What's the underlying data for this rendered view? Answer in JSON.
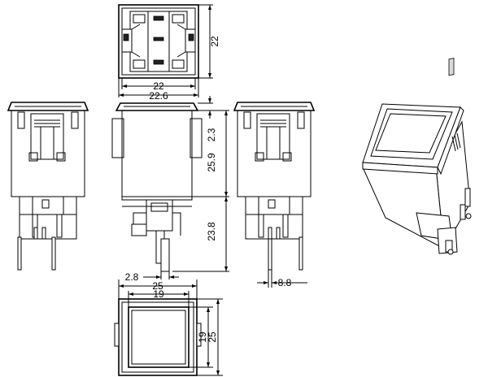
{
  "dimensions": {
    "top_height": "22",
    "top_width_inner": "22",
    "top_width_outer": "22.6",
    "bezel_thickness": "2.3",
    "body_height": "25.9",
    "terminal_height": "23.8",
    "terminal_thickness": "2.8",
    "terminal_pitch": "8.8",
    "front_outer_w": "25",
    "front_inner_w": "19",
    "front_inner_h": "19",
    "front_outer_h": "25"
  }
}
